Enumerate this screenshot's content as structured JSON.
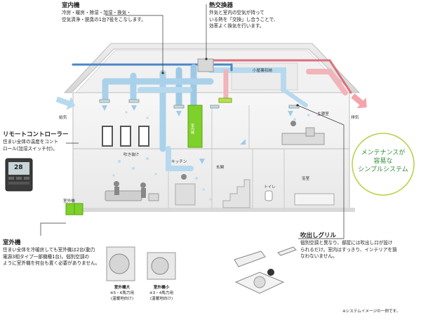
{
  "indoor_unit": {
    "title": "室内機",
    "desc_line1": "冷房・暖房・除湿・加湿・換気・",
    "desc_line2": "空気清浄・脱臭の1台7役をこなします。",
    "unit_label": "室内機"
  },
  "heat_exchanger": {
    "title": "熱交換器",
    "desc_line1": "外気と室内の空気が持って",
    "desc_line2": "いる熱を「交換」し合うことで、",
    "desc_line3": "効率よく換気を行います。"
  },
  "remote": {
    "title": "リモートコントローラー",
    "desc_line1": "住まい全体の温度をコント",
    "desc_line2": "ロール(加湿スイッチ付)。",
    "display_value": "28"
  },
  "outdoor_unit": {
    "title": "室外機",
    "small_label": "室外機",
    "desc_line1": "住まい全体を冷暖房しても室外機は2台(動力",
    "desc_line2": "電源3相タイプ一部機種1台)。個別空調の",
    "desc_line3": "ように室外機を何台も置く必要がありません。",
    "large": {
      "line1": "室外機大",
      "line2": "※5・6馬力用",
      "line3": "(温暖地向け)"
    },
    "small": {
      "line1": "室外機小",
      "line2": "※3・4馬力用",
      "line3": "(温暖地向け)"
    }
  },
  "grille": {
    "title": "吹出しグリル",
    "desc_line1": "個別空調と異なり、部屋には吹出し口が設け",
    "desc_line2": "られるだけ。室内はすっきり、インテリアを損",
    "desc_line3": "なわないません。"
  },
  "maintenance": {
    "line1": "メンテナンスが",
    "line2": "容易な",
    "line3": "シンプルシステム"
  },
  "rooms": {
    "attic": "小屋裏収納",
    "master_bedroom": "主寝室",
    "atrium": "吹き抜け",
    "kitchen": "キッチン",
    "entrance": "玄関",
    "toilet": "トイレ",
    "bath": "浴室"
  },
  "arrows": {
    "supply": "給気",
    "exhaust": "排気"
  },
  "footnote": "※システムイメージの一例です。",
  "colors": {
    "supply_duct": "#4a86c8",
    "exhaust_duct": "#e0707a",
    "indoor_unit": "#7ed02a",
    "maintenance_text": "#2f8a3a"
  }
}
